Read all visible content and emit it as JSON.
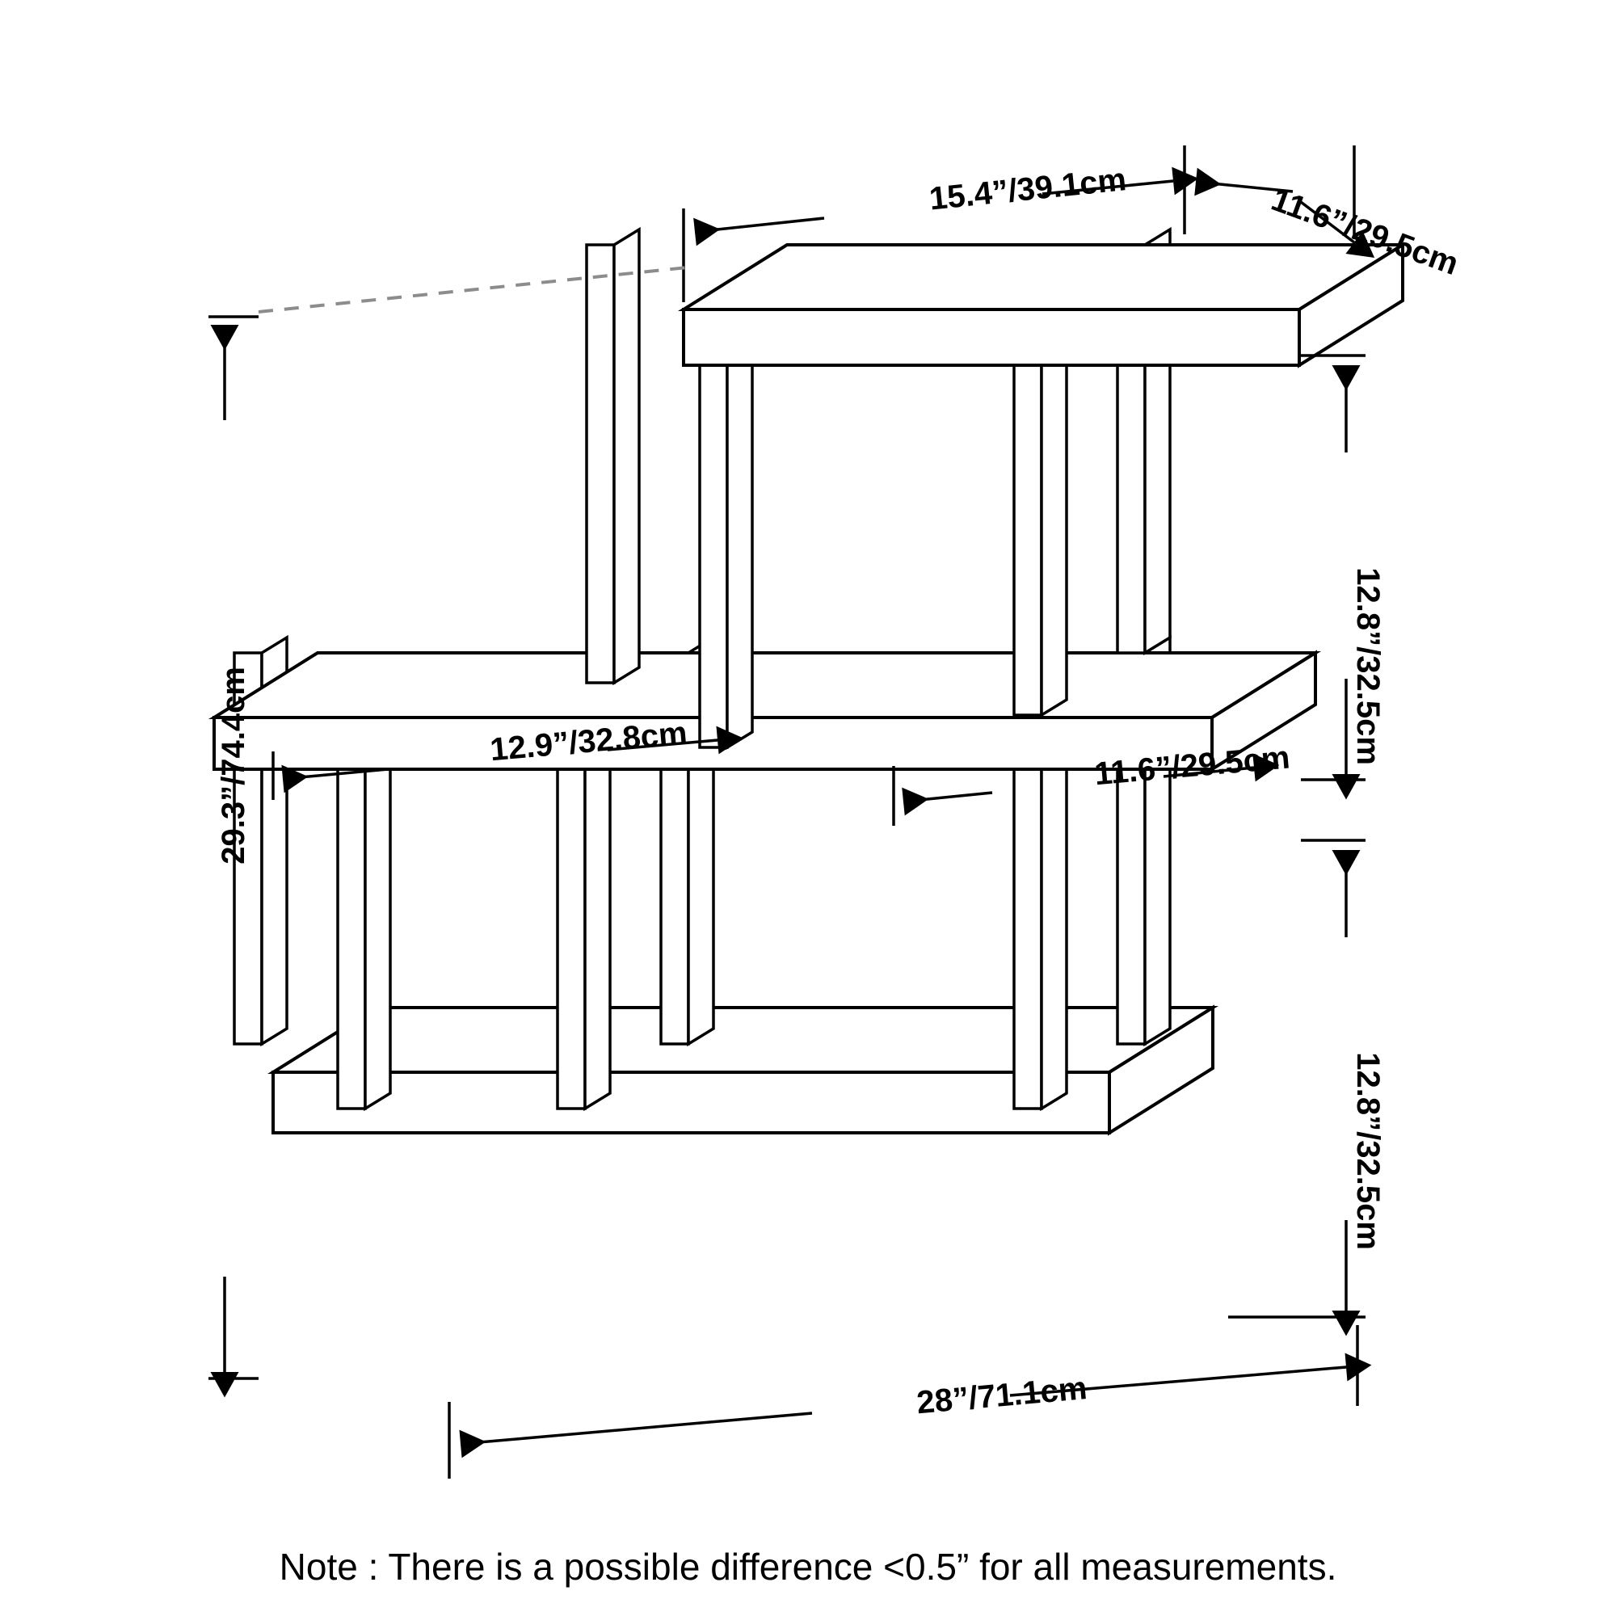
{
  "diagram": {
    "title": "Three-tier stair-style display shelf dimension diagram",
    "type": "isometric-technical-drawing",
    "note": "Note : There is a possible difference <0.5” for all measurements.",
    "line_color": "#000000",
    "leader_color": "#8c8c8c",
    "background": "#ffffff"
  },
  "dimensions": {
    "top_shelf_width": "15.4”/39.1cm",
    "top_shelf_depth": "11.6”/29.5cm",
    "upper_tier_height": "12.8”/32.5cm",
    "lower_tier_height": "12.8”/32.5cm",
    "total_height": "29.3”/74.4cm",
    "middle_left_span": "12.9”/32.8cm",
    "middle_right_span": "11.6”/29.5cm",
    "overall_width": "28”/71.1cm"
  },
  "labels": [
    {
      "id": "top-width",
      "text": "15.4”/39.1cm",
      "role": "top shelf width"
    },
    {
      "id": "top-depth",
      "text": "11.6”/29.5cm",
      "role": "top shelf depth"
    },
    {
      "id": "upper-height",
      "text": "12.8”/32.5cm",
      "role": "upper tier clear height"
    },
    {
      "id": "lower-height",
      "text": "12.8”/32.5cm",
      "role": "lower tier clear height"
    },
    {
      "id": "total-height",
      "text": "29.3”/74.4cm",
      "role": "overall height"
    },
    {
      "id": "mid-left-span",
      "text": "12.9”/32.8cm",
      "role": "middle shelf left open span"
    },
    {
      "id": "mid-right-span",
      "text": "11.6”/29.5cm",
      "role": "middle shelf right open span"
    },
    {
      "id": "overall-width",
      "text": "28”/71.1cm",
      "role": "overall base width"
    }
  ]
}
